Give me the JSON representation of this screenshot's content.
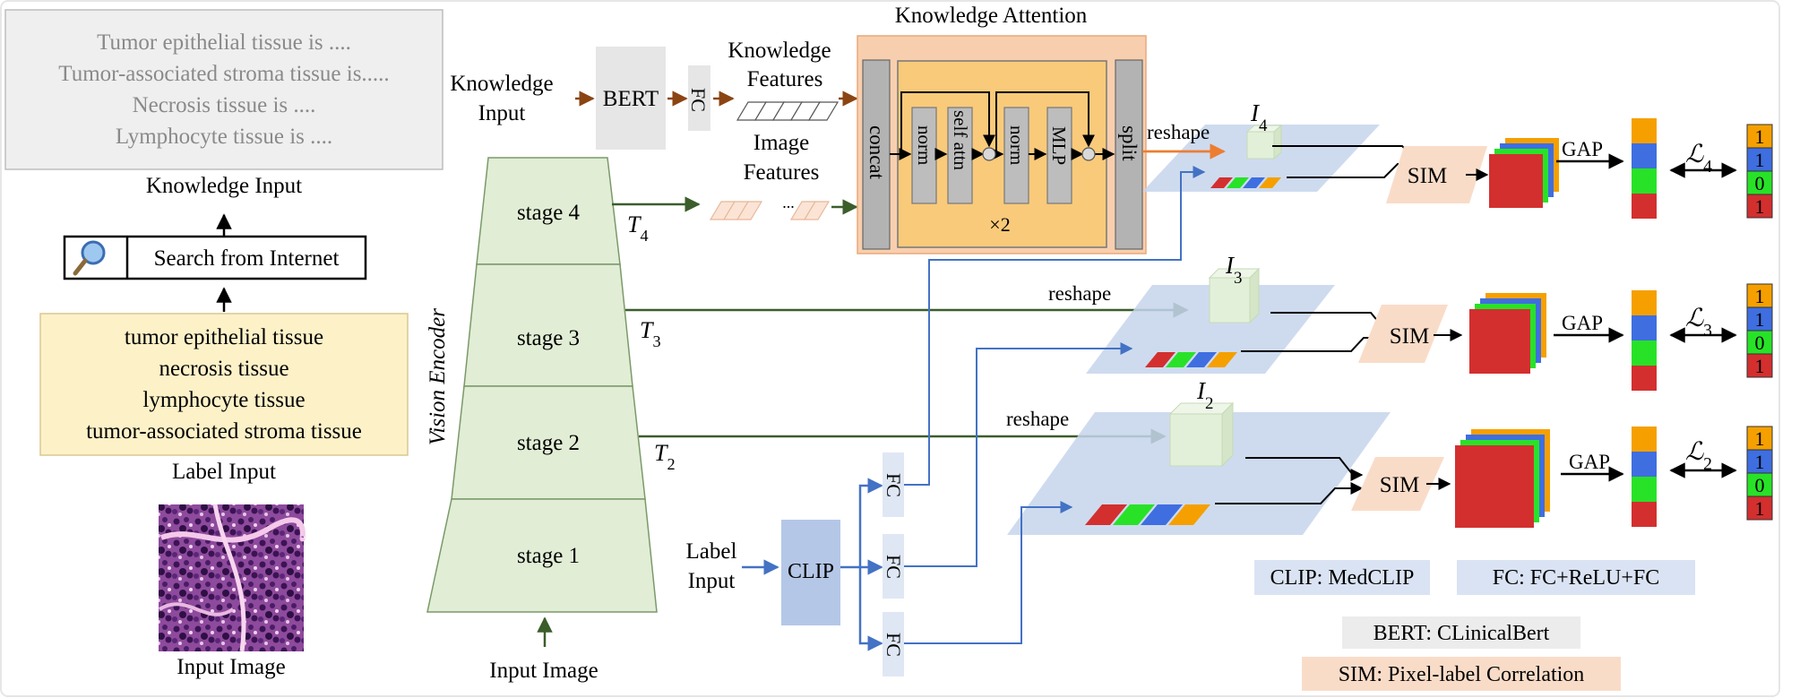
{
  "panel": {
    "knowledge_lines": [
      "Tumor epithelial tissue is ....",
      "Tumor-associated stroma tissue is.....",
      "Necrosis tissue is ....",
      "Lymphocyte tissue is ...."
    ],
    "knowledge_input_label": "Knowledge Input",
    "search_label": "Search from Internet",
    "label_lines": [
      "tumor epithelial tissue",
      "necrosis tissue",
      "lymphocyte tissue",
      "tumor-associated stroma tissue"
    ],
    "label_input_caption": "Label Input",
    "input_image_caption": "Input Image"
  },
  "encoder": {
    "title": "Vision Encoder",
    "stages": [
      "stage 4",
      "stage 3",
      "stage 2",
      "stage 1"
    ],
    "tokens": [
      "T4",
      "T3",
      "T2"
    ],
    "input_label": "Input Image"
  },
  "attention": {
    "title": "Knowledge Attention",
    "knowledge_input": [
      "Knowledge",
      "Input"
    ],
    "bert": "BERT",
    "fc": "FC",
    "knowledge_features": [
      "Knowledge",
      "Features"
    ],
    "image_features": [
      "Image",
      "Features"
    ],
    "dots": "...",
    "blocks": [
      "concat",
      "norm",
      "self attn",
      "norm",
      "MLP",
      "split"
    ],
    "repeat": "×2"
  },
  "decoder": {
    "reshape": "reshape",
    "sim": "SIM",
    "gap": "GAP",
    "levels": [
      {
        "feature": "I4",
        "loss": "L4",
        "labels": [
          "1",
          "1",
          "0",
          "1"
        ]
      },
      {
        "feature": "I3",
        "loss": "L3",
        "labels": [
          "1",
          "1",
          "0",
          "1"
        ]
      },
      {
        "feature": "I2",
        "loss": "L2",
        "labels": [
          "1",
          "1",
          "0",
          "1"
        ]
      }
    ],
    "label_input": [
      "Label",
      "Input"
    ],
    "clip": "CLIP",
    "fc": "FC"
  },
  "legend": {
    "clip": "CLIP: MedCLIP",
    "fc": "FC: FC+ReLU+FC",
    "bert": "BERT: CLinicalBert",
    "sim": "SIM: Pixel-label Correlation"
  },
  "colors": {
    "label_box": "#fdf1c8",
    "encoder": "#e1edd5",
    "attention_outer": "#f8cfae",
    "attention_inner": "#f9ca7a",
    "plane": "#c5d5ec",
    "clip": "#b4c7e7",
    "sim": "#f9dcc8",
    "red": "#d32f2f",
    "green": "#28e228",
    "blue": "#3f6ee0",
    "orange": "#f5a000"
  }
}
